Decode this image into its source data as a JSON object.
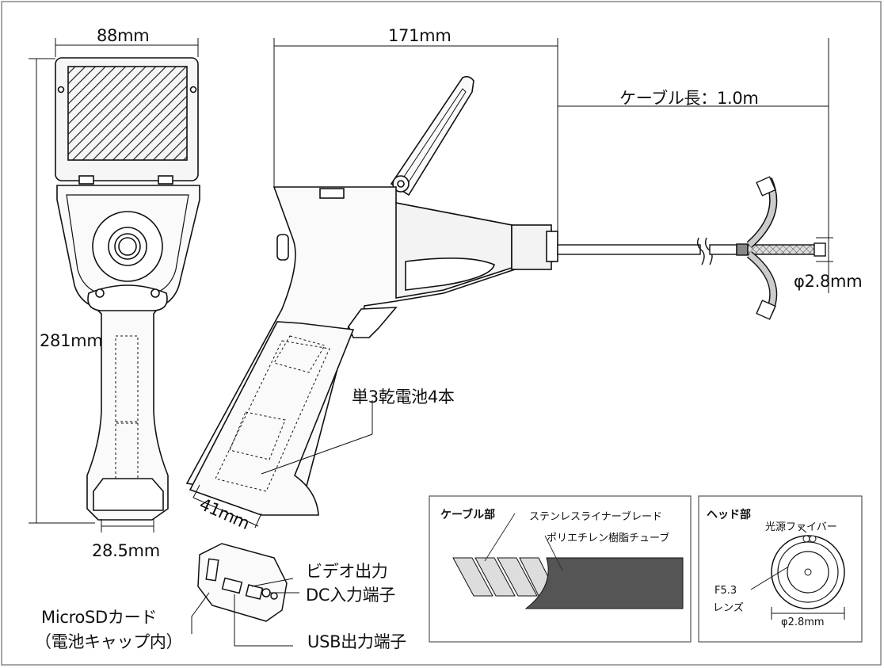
{
  "dimensions": {
    "front_width": "88mm",
    "side_length": "171mm",
    "cable_length": "ケーブル長：1.0m",
    "head_diameter_right": "φ2.8mm",
    "height": "281mm",
    "grip_width_bottom": "28.5mm",
    "battery_width": "41mm"
  },
  "callouts": {
    "battery": "単3乾電池4本",
    "video_out": "ビデオ出力",
    "dc_in": "DC入力端子",
    "microsd_line1": "MicroSDカード",
    "microsd_line2": "（電池キャップ内）",
    "usb_out": "USB出力端子"
  },
  "cable_section": {
    "title": "ケーブル部",
    "label_braid": "ステンレスライナーブレード",
    "label_tube": "ポリエチレン樹脂チューブ"
  },
  "head_section": {
    "title": "ヘッド部",
    "label_fiber": "光源ファイバー",
    "label_lens_line1": "F5.3",
    "label_lens_line2": "レンズ",
    "label_diameter": "φ2.8mm"
  }
}
